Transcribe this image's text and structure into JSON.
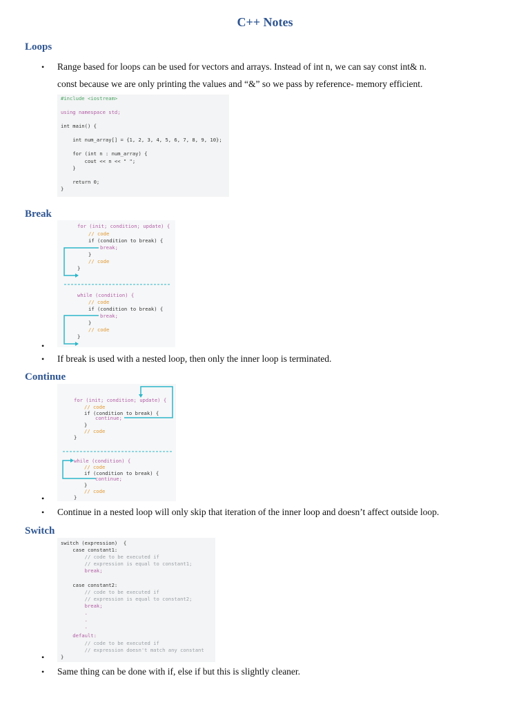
{
  "title": "C++ Notes",
  "sections": {
    "loops": {
      "heading": "Loops",
      "bullet1_line1": "Range based for loops can be used for vectors and arrays. Instead of int n, we can say const int& n.",
      "bullet1_line2": "const because we are only printing the values and “&” so we pass by reference- memory efficient.",
      "code": {
        "l1": "#include <iostream>",
        "l2": "using namespace std;",
        "l3": "int main() {",
        "l4": "    int num_array[] = {1, 2, 3, 4, 5, 6, 7, 8, 9, 10};",
        "l5": "    for (int n : num_array) {",
        "l6": "        cout << n << \" \";",
        "l7": "    }",
        "l8": "    return 0;",
        "l9": "}"
      }
    },
    "break": {
      "heading": "Break",
      "bullet2": "If break is used with a nested loop, then only the inner loop is terminated.",
      "code": {
        "for_line": "for (init; condition; update) {",
        "code1": "// code",
        "if_line": "if (condition to break) {",
        "break": "break;",
        "close_inner": "}",
        "code2": "// code",
        "close_outer": "}",
        "while_line": "while (condition) {",
        "w_code1": "// code",
        "w_if": "if (condition to break) {",
        "w_break": "break;",
        "w_close_inner": "}",
        "w_code2": "// code",
        "w_close_outer": "}"
      }
    },
    "continue": {
      "heading": "Continue",
      "bullet2": "Continue in a nested loop will only skip that iteration of the inner loop and doesn’t affect outside loop.",
      "code": {
        "for_line": "for (init; condition; update) {",
        "code1": "// code",
        "if_line": "if (condition to break) {",
        "continue": "continue;",
        "close_inner": "}",
        "code2": "// code",
        "close_outer": "}",
        "while_line": "while (condition) {",
        "w_code1": "// code",
        "w_if": "if (condition to break) {",
        "w_continue": "continue;",
        "w_close_inner": "}",
        "w_code2": "// code",
        "w_close_outer": "}"
      }
    },
    "switch": {
      "heading": "Switch",
      "bullet2": "Same thing can be done with if, else if but this is slightly cleaner.",
      "code": {
        "l1": "switch (expression)  {",
        "l2": "    case constant1:",
        "l3": "        // code to be executed if",
        "l4": "        // expression is equal to constant1;",
        "l5": "        break;",
        "l6": "    case constant2:",
        "l7": "        // code to be executed if",
        "l8": "        // expression is equal to constant2;",
        "l9": "        break;",
        "l10": "        .",
        "l11": "        .",
        "l12": "        .",
        "l13": "    default:",
        "l14": "        // code to be executed if",
        "l15": "        // expression doesn't match any constant",
        "l16": "}"
      }
    }
  },
  "bullet_glyph": "•",
  "colors": {
    "heading": "#2e5591",
    "arrow": "#2bb6c9",
    "code_bg": "#f3f4f5"
  }
}
